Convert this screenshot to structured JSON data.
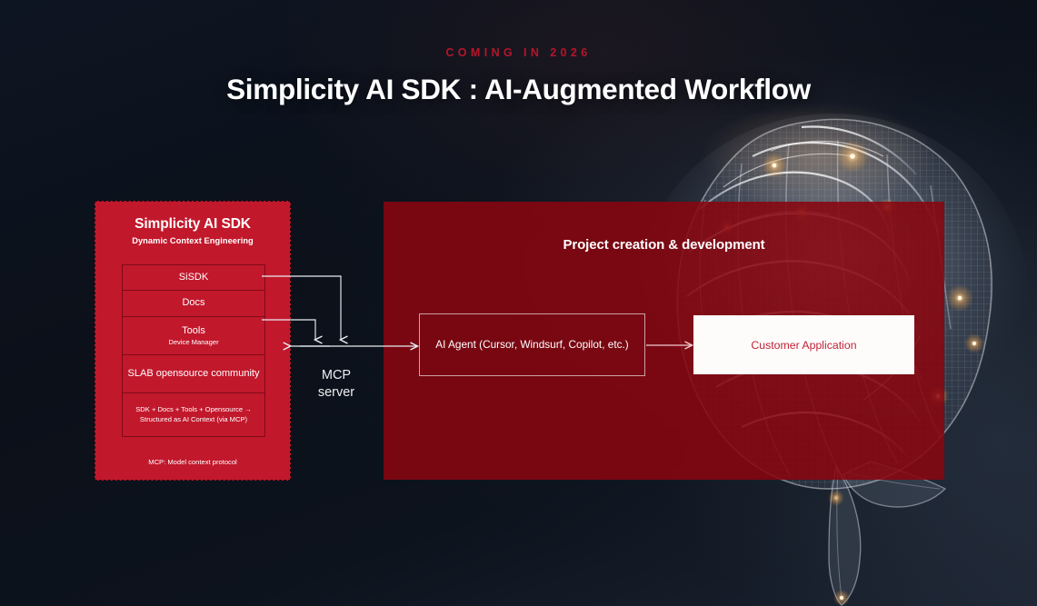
{
  "slide": {
    "kicker": "COMING IN 2026",
    "title": "Simplicity AI SDK : AI-Augmented Workflow",
    "background_color": "#0c121d",
    "accent_color": "#c2182c",
    "panel_color": "#880610"
  },
  "sdk_panel": {
    "title": "Simplicity AI SDK",
    "subtitle": "Dynamic Context Engineering",
    "rows": [
      {
        "label": "SiSDK",
        "sub": ""
      },
      {
        "label": "Docs",
        "sub": ""
      },
      {
        "label": "Tools",
        "sub": "Device Manager"
      },
      {
        "label": "SLAB opensource community",
        "sub": ""
      },
      {
        "label": "SDK + Docs + Tools + Opensource → Structured as AI Context (via MCP)",
        "sub": ""
      }
    ],
    "footnote": "MCP: Model context protocol"
  },
  "mcp": {
    "label": "MCP\nserver",
    "line1": "MCP",
    "line2": "server"
  },
  "project_panel": {
    "title": "Project creation & development",
    "agent_box": "AI Agent (Cursor, Windsurf, Copilot, etc.)",
    "application_box": "Customer Application"
  },
  "artwork": {
    "name": "wireframe-brain",
    "description": "Glowing wireframe mesh brain"
  }
}
